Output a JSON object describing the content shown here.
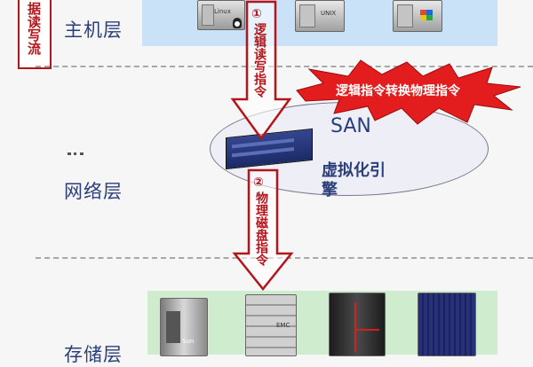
{
  "side_label": "据读写流",
  "layers": {
    "host": "主机层",
    "network": "网络层",
    "storage": "存储层"
  },
  "host_servers": [
    {
      "icon": "linux-server-icon",
      "badge": "Linux"
    },
    {
      "icon": "unix-server-icon",
      "badge": "UNIX"
    },
    {
      "icon": "windows-server-icon",
      "badge": ""
    }
  ],
  "arrow1": {
    "number": "①",
    "label": "逻辑读写指令"
  },
  "arrow2": {
    "number": "②",
    "label": "物理磁盘指令"
  },
  "starburst_text": "逻辑指令转换物理指令",
  "san": {
    "label": "SAN",
    "engine_label": "虚拟化引擎"
  },
  "storage_devices": [
    {
      "icon": "sun-storage-icon",
      "badge": "Sun"
    },
    {
      "icon": "emc-storage-icon",
      "badge": "EMC"
    },
    {
      "icon": "hds-storage-icon",
      "badge": ""
    },
    {
      "icon": "blue-storage-icon",
      "badge": ""
    }
  ],
  "colors": {
    "host_band": "#c9e2f7",
    "storage_band": "#cfeccf",
    "arrow": "#b3151b",
    "starburst": "#e31d1d",
    "label": "#2a3f7a"
  }
}
